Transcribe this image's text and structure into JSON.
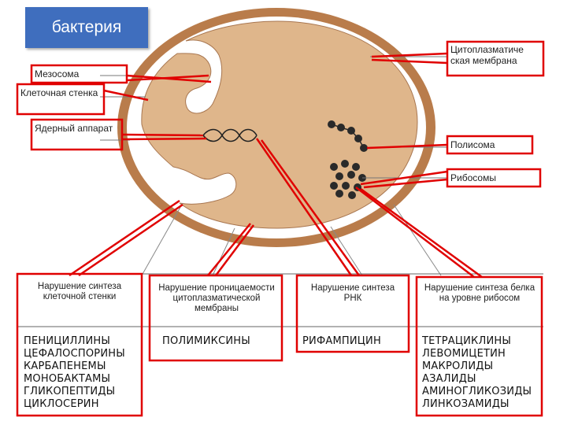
{
  "title": "бактерия",
  "labels": {
    "mesosome": "Мезосома",
    "cell_wall": "Клеточная стенка",
    "nuclear": "Ядерный аппарат",
    "cytoplasmic_membrane": "Цитоплазматиче ская мембрана",
    "polysome": "Полисома",
    "ribosomes": "Рибосомы"
  },
  "columns": [
    {
      "header": "Нарушение синтеза клеточной стенки",
      "drugs": [
        "ПЕНИЦИЛЛИНЫ",
        "ЦЕФАЛОСПОРИНЫ",
        "КАРБАПЕНЕМЫ",
        "МОНОБАКТАМЫ",
        "ГЛИКОПЕПТИДЫ",
        "ЦИКЛОСЕРИН"
      ]
    },
    {
      "header": "Нарушение проницаемости цитоплазматической мембраны",
      "drugs": [
        "ПОЛИМИКСИНЫ"
      ]
    },
    {
      "header": "Нарушение синтеза РНК",
      "drugs": [
        "РИФАМПИЦИН"
      ]
    },
    {
      "header": "Нарушение синтеза белка на уровне рибосом",
      "drugs": [
        "ТЕТРАЦИКЛИНЫ",
        "ЛЕВОМИЦЕТИН",
        "МАКРОЛИДЫ",
        "АЗАЛИДЫ",
        "АМИНОГЛИКОЗИДЫ",
        "ЛИНКОЗАМИДЫ"
      ]
    }
  ],
  "colors": {
    "highlight": "#e00000",
    "cell_wall": "#b97c4b",
    "cytoplasm": "#dfb68b",
    "title_bg": "#3f6ebe"
  }
}
